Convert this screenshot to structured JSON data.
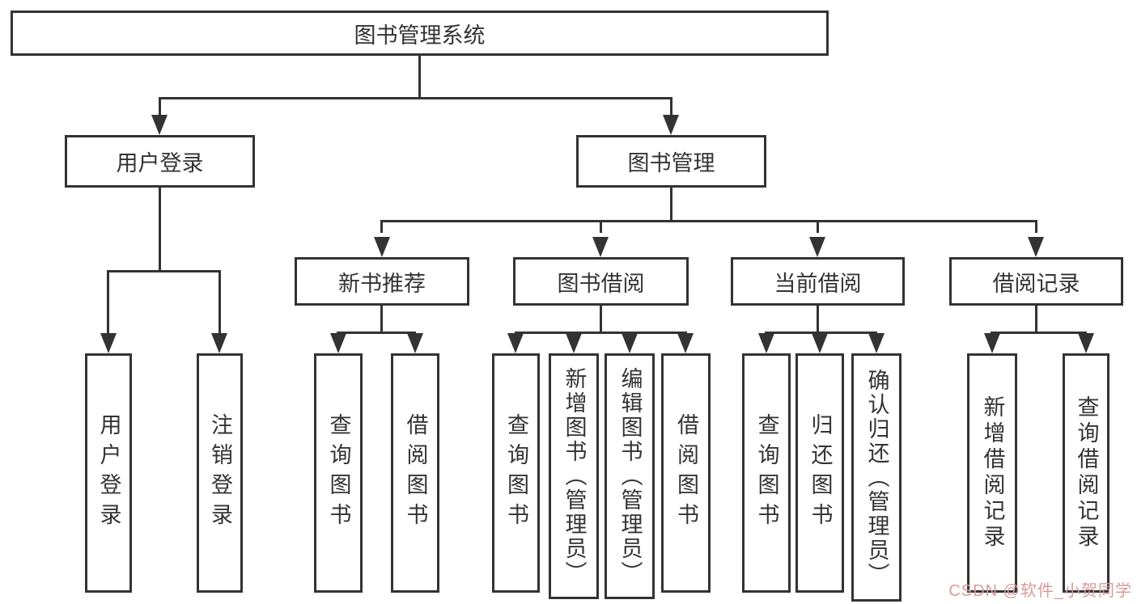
{
  "diagram_type": "hierarchy-tree",
  "colors": {
    "background": "#ffffff",
    "line": "#333333",
    "box_border": "#333333",
    "text": "#333333",
    "watermark": "#d89a9a"
  },
  "tree": {
    "label": "图书管理系统",
    "children": [
      {
        "label": "用户登录",
        "children": [
          {
            "label": "用户登录"
          },
          {
            "label": "注销登录"
          }
        ]
      },
      {
        "label": "图书管理",
        "children": [
          {
            "label": "新书推荐",
            "children": [
              {
                "label": "查询图书"
              },
              {
                "label": "借阅图书"
              }
            ]
          },
          {
            "label": "图书借阅",
            "children": [
              {
                "label": "查询图书"
              },
              {
                "label": "新增图书（管理员）"
              },
              {
                "label": "编辑图书（管理员）"
              },
              {
                "label": "借阅图书"
              }
            ]
          },
          {
            "label": "当前借阅",
            "children": [
              {
                "label": "查询图书"
              },
              {
                "label": "归还图书"
              },
              {
                "label": "确认归还（管理员）"
              }
            ]
          },
          {
            "label": "借阅记录",
            "children": [
              {
                "label": "新增借阅记录"
              },
              {
                "label": "查询借阅记录"
              }
            ]
          }
        ]
      }
    ]
  },
  "watermark": {
    "text": "CSDN @软件_小贺同学"
  }
}
